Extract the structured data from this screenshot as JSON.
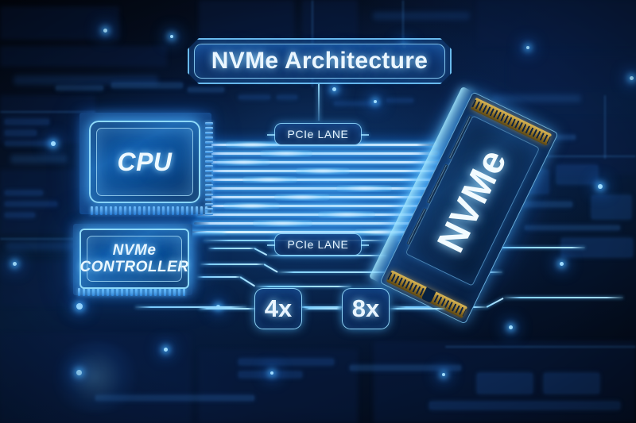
{
  "scene": {
    "title_badge": {
      "label": "NVMe Architecture"
    },
    "chips": [
      {
        "id": "cpu",
        "label": "CPU",
        "lines": [
          "CPU"
        ]
      },
      {
        "id": "nvme-controller",
        "label": "NVMe CONTROLLER",
        "lines": [
          "NVMe",
          "CONTROLLER"
        ]
      }
    ],
    "lane_labels": [
      {
        "id": "pcie-lane-upper",
        "text": "PCIe LANE"
      },
      {
        "id": "pcie-lane-lower",
        "text": "PCIe LANE"
      }
    ],
    "width_badges": [
      {
        "id": "lane-width-4x",
        "text": "4x"
      },
      {
        "id": "lane-width-8x",
        "text": "8x"
      }
    ],
    "ssd": {
      "label": "NVMe",
      "form_factor": "M.2"
    },
    "lanes": {
      "bright_lane_count": 11,
      "thin_trace_count": 6
    },
    "colors": {
      "background_deep": "#02060f",
      "background_mid": "#07203f",
      "accent_cyan": "#8ad7ff",
      "accent_glow": "#bfe8ff",
      "accent_blue": "#1e6ae1",
      "text_light": "#eaf6ff",
      "gold": "#d9b656"
    }
  }
}
